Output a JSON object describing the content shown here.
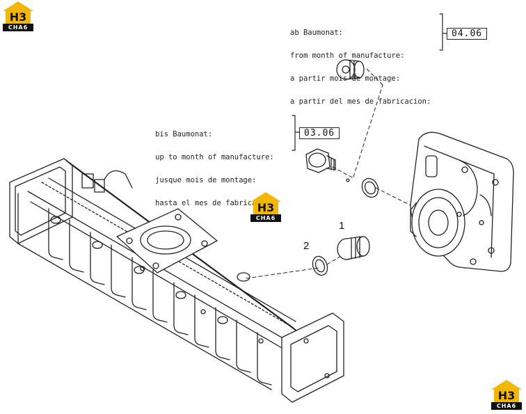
{
  "notes": {
    "from": {
      "lines": [
        "ab Baumonat:",
        "from month of manufacture:",
        "a partir mois de montage:",
        "a partir del mes de fabricacion:"
      ],
      "date": "04.06"
    },
    "until": {
      "lines": [
        "bis Baumonat:",
        "up to month of manufacture:",
        "jusque mois de montage:",
        "hasta el mes de fabricacion:"
      ],
      "date": "03.06"
    }
  },
  "callouts": {
    "item1": "1",
    "item2": "2"
  },
  "watermark": {
    "mark": "H3",
    "sub": "CHA6",
    "color": "#f2b705"
  }
}
